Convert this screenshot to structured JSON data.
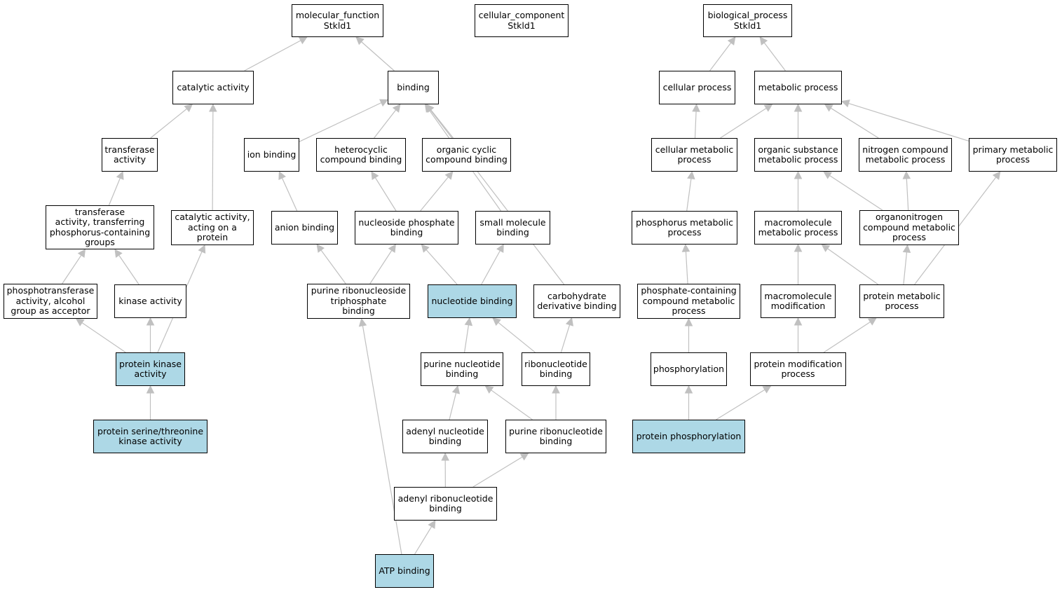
{
  "colors": {
    "highlight": "#add8e6",
    "node_fill": "#ffffff",
    "edge": "#c0c0c0",
    "border": "#000000"
  },
  "nodes": {
    "mf_root": {
      "label": "molecular_function\nStkld1",
      "highlighted": false
    },
    "cc_root": {
      "label": "cellular_component\nStkld1",
      "highlighted": false
    },
    "bp_root": {
      "label": "biological_process\nStkld1",
      "highlighted": false
    },
    "catalytic": {
      "label": "catalytic activity",
      "highlighted": false
    },
    "binding": {
      "label": "binding",
      "highlighted": false
    },
    "cellular_process": {
      "label": "cellular process",
      "highlighted": false
    },
    "metabolic_process": {
      "label": "metabolic process",
      "highlighted": false
    },
    "transferase": {
      "label": "transferase\nactivity",
      "highlighted": false
    },
    "ion_binding": {
      "label": "ion binding",
      "highlighted": false
    },
    "heterocyclic": {
      "label": "heterocyclic\ncompound binding",
      "highlighted": false
    },
    "organic_cyclic": {
      "label": "organic cyclic\ncompound binding",
      "highlighted": false
    },
    "cell_metabolic": {
      "label": "cellular metabolic\nprocess",
      "highlighted": false
    },
    "organic_substance": {
      "label": "organic substance\nmetabolic process",
      "highlighted": false
    },
    "nitrogen_compound": {
      "label": "nitrogen compound\nmetabolic process",
      "highlighted": false
    },
    "primary_metabolic": {
      "label": "primary metabolic\nprocess",
      "highlighted": false
    },
    "transferase_phos": {
      "label": "transferase\nactivity, transferring\nphosphorus-containing\ngroups",
      "highlighted": false
    },
    "catalytic_protein": {
      "label": "catalytic activity,\nacting on a\nprotein",
      "highlighted": false
    },
    "anion_binding": {
      "label": "anion binding",
      "highlighted": false
    },
    "nucleoside_phosphate": {
      "label": "nucleoside phosphate\nbinding",
      "highlighted": false
    },
    "small_molecule": {
      "label": "small molecule\nbinding",
      "highlighted": false
    },
    "phosphorus_metabolic": {
      "label": "phosphorus metabolic\nprocess",
      "highlighted": false
    },
    "macromolecule_metabolic": {
      "label": "macromolecule\nmetabolic process",
      "highlighted": false
    },
    "organonitrogen": {
      "label": "organonitrogen\ncompound metabolic\nprocess",
      "highlighted": false
    },
    "phosphotransferase": {
      "label": "phosphotransferase\nactivity, alcohol\ngroup as acceptor",
      "highlighted": false
    },
    "kinase_activity": {
      "label": "kinase activity",
      "highlighted": false
    },
    "purine_rnt_triphosphate": {
      "label": "purine ribonucleoside\ntriphosphate\nbinding",
      "highlighted": false
    },
    "nucleotide_binding": {
      "label": "nucleotide binding",
      "highlighted": true
    },
    "carbohydrate_deriv": {
      "label": "carbohydrate\nderivative binding",
      "highlighted": false
    },
    "phosphate_containing": {
      "label": "phosphate-containing\ncompound metabolic\nprocess",
      "highlighted": false
    },
    "macromolecule_mod": {
      "label": "macromolecule\nmodification",
      "highlighted": false
    },
    "protein_metabolic": {
      "label": "protein metabolic\nprocess",
      "highlighted": false
    },
    "protein_kinase": {
      "label": "protein kinase\nactivity",
      "highlighted": true
    },
    "purine_nucleotide": {
      "label": "purine nucleotide\nbinding",
      "highlighted": false
    },
    "ribonucleotide": {
      "label": "ribonucleotide\nbinding",
      "highlighted": false
    },
    "phosphorylation": {
      "label": "phosphorylation",
      "highlighted": false
    },
    "protein_modification": {
      "label": "protein modification\nprocess",
      "highlighted": false
    },
    "protein_ser_thr": {
      "label": "protein serine/threonine\nkinase activity",
      "highlighted": true
    },
    "adenyl_nucleotide": {
      "label": "adenyl nucleotide\nbinding",
      "highlighted": false
    },
    "purine_ribonucleotide": {
      "label": "purine ribonucleotide\nbinding",
      "highlighted": false
    },
    "protein_phosphorylation": {
      "label": "protein phosphorylation",
      "highlighted": true
    },
    "adenyl_ribonucleotide": {
      "label": "adenyl ribonucleotide\nbinding",
      "highlighted": false
    },
    "atp_binding": {
      "label": "ATP binding",
      "highlighted": true
    }
  },
  "edges": [
    [
      "catalytic",
      "mf_root"
    ],
    [
      "binding",
      "mf_root"
    ],
    [
      "cellular_process",
      "bp_root"
    ],
    [
      "metabolic_process",
      "bp_root"
    ],
    [
      "transferase",
      "catalytic"
    ],
    [
      "catalytic_protein",
      "catalytic"
    ],
    [
      "ion_binding",
      "binding"
    ],
    [
      "heterocyclic",
      "binding"
    ],
    [
      "organic_cyclic",
      "binding"
    ],
    [
      "small_molecule",
      "binding"
    ],
    [
      "carbohydrate_deriv",
      "binding"
    ],
    [
      "cell_metabolic",
      "cellular_process"
    ],
    [
      "cell_metabolic",
      "metabolic_process"
    ],
    [
      "organic_substance",
      "metabolic_process"
    ],
    [
      "nitrogen_compound",
      "metabolic_process"
    ],
    [
      "primary_metabolic",
      "metabolic_process"
    ],
    [
      "transferase_phos",
      "transferase"
    ],
    [
      "anion_binding",
      "ion_binding"
    ],
    [
      "nucleoside_phosphate",
      "heterocyclic"
    ],
    [
      "nucleoside_phosphate",
      "organic_cyclic"
    ],
    [
      "phosphorus_metabolic",
      "cell_metabolic"
    ],
    [
      "macromolecule_metabolic",
      "organic_substance"
    ],
    [
      "organonitrogen",
      "organic_substance"
    ],
    [
      "organonitrogen",
      "nitrogen_compound"
    ],
    [
      "phosphotransferase",
      "transferase_phos"
    ],
    [
      "kinase_activity",
      "transferase_phos"
    ],
    [
      "purine_rnt_triphosphate",
      "anion_binding"
    ],
    [
      "purine_rnt_triphosphate",
      "nucleoside_phosphate"
    ],
    [
      "nucleotide_binding",
      "nucleoside_phosphate"
    ],
    [
      "nucleotide_binding",
      "small_molecule"
    ],
    [
      "phosphate_containing",
      "phosphorus_metabolic"
    ],
    [
      "macromolecule_mod",
      "macromolecule_metabolic"
    ],
    [
      "protein_metabolic",
      "macromolecule_metabolic"
    ],
    [
      "protein_metabolic",
      "organonitrogen"
    ],
    [
      "protein_metabolic",
      "primary_metabolic"
    ],
    [
      "protein_kinase",
      "phosphotransferase"
    ],
    [
      "protein_kinase",
      "kinase_activity"
    ],
    [
      "protein_kinase",
      "catalytic_protein"
    ],
    [
      "purine_nucleotide",
      "nucleotide_binding"
    ],
    [
      "ribonucleotide",
      "nucleotide_binding"
    ],
    [
      "ribonucleotide",
      "carbohydrate_deriv"
    ],
    [
      "phosphorylation",
      "phosphate_containing"
    ],
    [
      "protein_modification",
      "macromolecule_mod"
    ],
    [
      "protein_modification",
      "protein_metabolic"
    ],
    [
      "protein_ser_thr",
      "protein_kinase"
    ],
    [
      "adenyl_nucleotide",
      "purine_nucleotide"
    ],
    [
      "purine_ribonucleotide",
      "purine_nucleotide"
    ],
    [
      "purine_ribonucleotide",
      "ribonucleotide"
    ],
    [
      "protein_phosphorylation",
      "phosphorylation"
    ],
    [
      "protein_phosphorylation",
      "protein_modification"
    ],
    [
      "adenyl_ribonucleotide",
      "adenyl_nucleotide"
    ],
    [
      "adenyl_ribonucleotide",
      "purine_ribonucleotide"
    ],
    [
      "atp_binding",
      "adenyl_ribonucleotide"
    ],
    [
      "atp_binding",
      "purine_rnt_triphosphate"
    ]
  ]
}
